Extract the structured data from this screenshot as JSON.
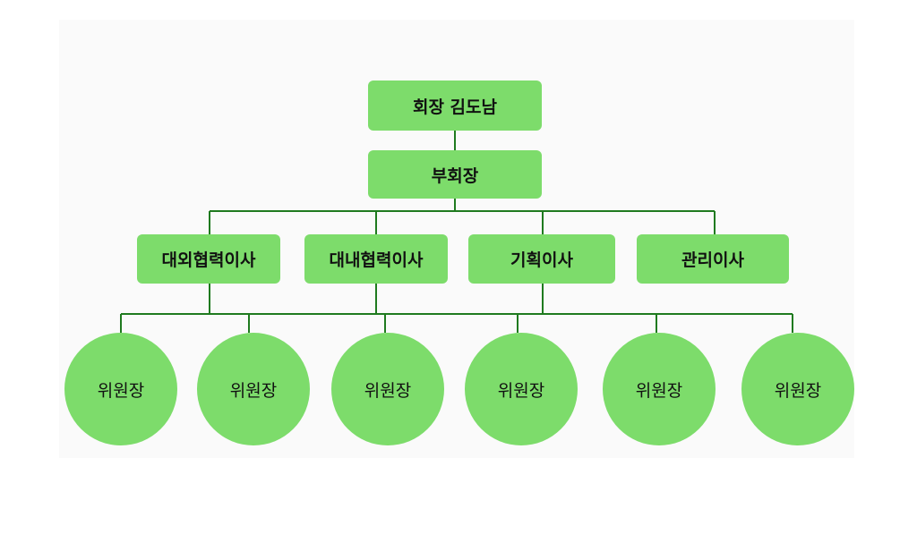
{
  "chairman": {
    "label": "회장 김도남"
  },
  "vice_chairman": {
    "label": "부회장"
  },
  "directors": [
    {
      "label": "대외협력이사"
    },
    {
      "label": "대내협력이사"
    },
    {
      "label": "기획이사"
    },
    {
      "label": "관리이사"
    }
  ],
  "committee_chairs": [
    {
      "label": "위원장"
    },
    {
      "label": "위원장"
    },
    {
      "label": "위원장"
    },
    {
      "label": "위원장"
    },
    {
      "label": "위원장"
    },
    {
      "label": "위원장"
    }
  ],
  "colors": {
    "node_fill": "#7ddc6b",
    "connector": "#1f7a1f"
  }
}
